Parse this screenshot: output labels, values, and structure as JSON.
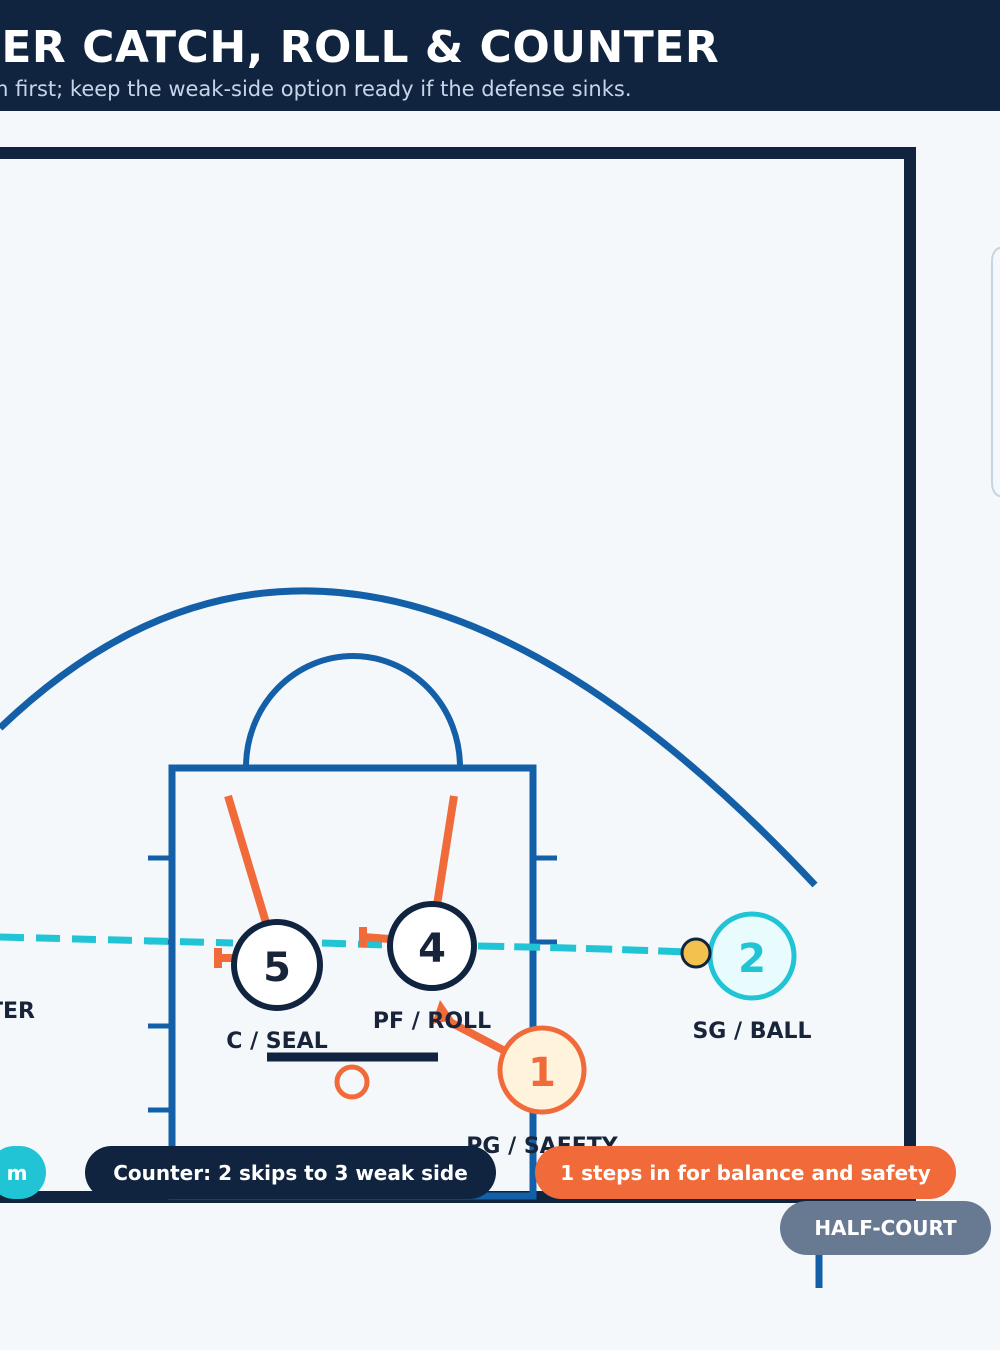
{
  "header": {
    "title": "NER CATCH, ROLL & COUNTER",
    "subtitle": "m first; keep the weak-side option ready if the defense sinks."
  },
  "players": [
    {
      "number": "5",
      "label": "C / SEAL"
    },
    {
      "number": "4",
      "label": "PF / ROLL"
    },
    {
      "number": "2",
      "label": "SG / BALL"
    },
    {
      "number": "1",
      "label": "PG / SAFETY"
    },
    {
      "number": "",
      "label": "TER"
    }
  ],
  "notes": [
    {
      "text": "m",
      "color": "#20c4d4"
    },
    {
      "text": "Counter: 2 skips to 3 weak side",
      "color": "#10243f"
    },
    {
      "text": "1 steps in for balance and safety",
      "color": "#f06a3a"
    }
  ],
  "badge": "HALF-COURT",
  "colors": {
    "navy": "#10243f",
    "court_line": "#1460a8",
    "screen_path": "#f06a3a",
    "pass_line": "#20c4d4",
    "ball": "#f2c14e"
  }
}
